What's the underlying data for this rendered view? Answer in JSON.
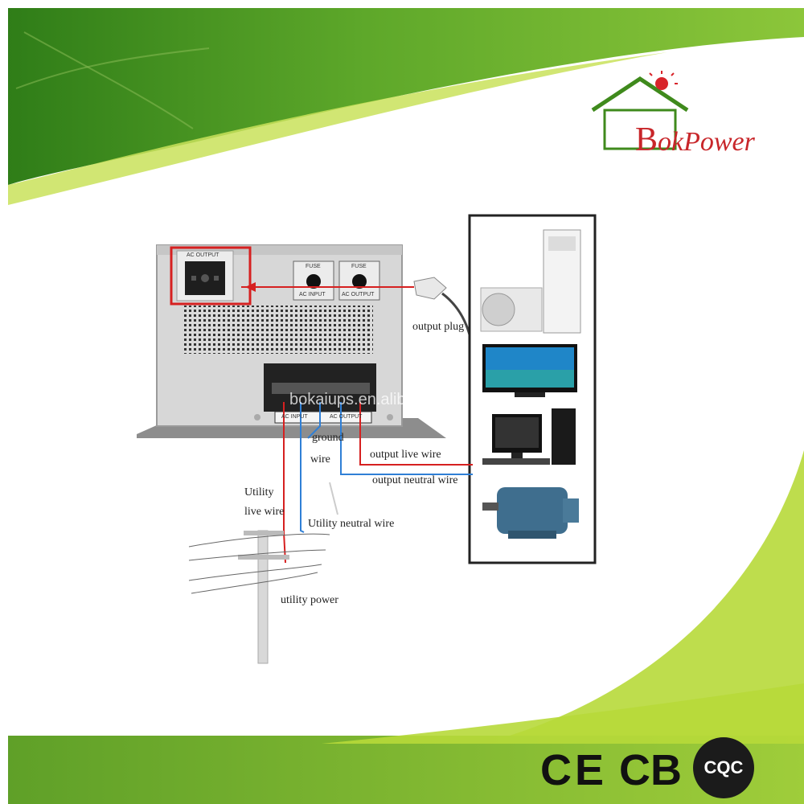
{
  "brand": {
    "initial": "B",
    "name": "okPower"
  },
  "watermark": "bokaiups.en.alibaba.com",
  "inverter": {
    "ac_output_socket": "AC OUTPUT",
    "fuse_left": "FUSE",
    "fuse_right": "FUSE",
    "ac_input": "AC INPUT",
    "ac_output": "AC OUTPUT",
    "terminal_ac_input": "AC INPUT",
    "terminal_ac_output": "AC OUTPUT"
  },
  "labels": {
    "output_plug": "output plug",
    "ground_wire_1": "ground",
    "ground_wire_2": "wire",
    "output_live_wire": "output live wire",
    "output_neutral_wire": "output neutral wire",
    "utility_live_1": "Utility",
    "utility_live_2": "live wire",
    "utility_neutral_wire": "Utility neutral wire",
    "utility_power": "utility power"
  },
  "certifications": {
    "ce": "CE",
    "cb": "CB",
    "cqc": "CQC"
  },
  "colors": {
    "green_dark": "#3f8a1c",
    "green_light": "#a8d12a",
    "brand_red": "#c8262a",
    "wire_red": "#d62020",
    "wire_blue": "#2f7fd6"
  }
}
